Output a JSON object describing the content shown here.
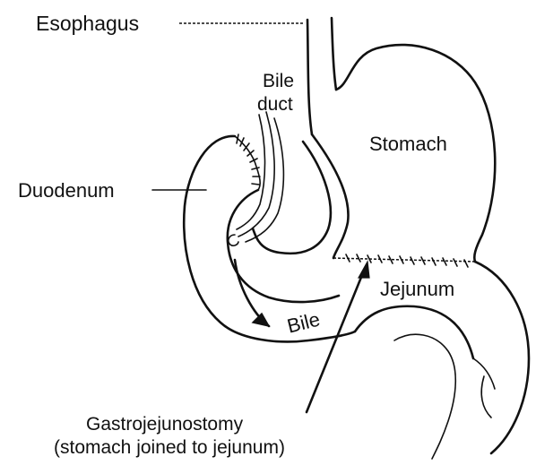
{
  "labels": {
    "esophagus": "Esophagus",
    "bile_duct_line1": "Bile",
    "bile_duct_line2": "duct",
    "stomach": "Stomach",
    "duodenum": "Duodenum",
    "jejunum": "Jejunum",
    "bile": "Bile",
    "caption_line1": "Gastrojejunostomy",
    "caption_line2": "(stomach joined to jejunum)"
  }
}
